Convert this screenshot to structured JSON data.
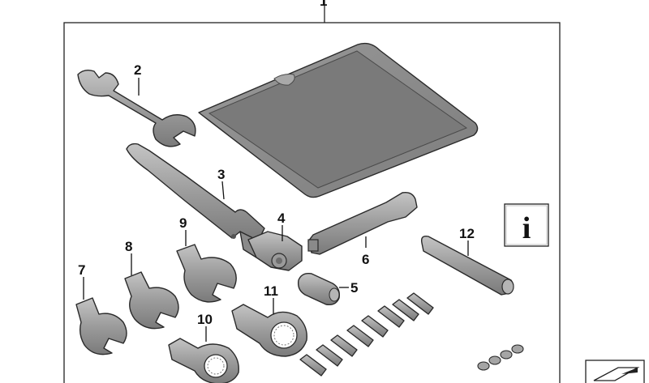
{
  "colors": {
    "frame": "#222222",
    "tool_fill": "#9a9a9a",
    "tool_light": "#bdbdbd",
    "tool_dark": "#6f6f6f",
    "mat_fill": "#8c8c8c",
    "mat_inner": "#7a7a7a",
    "callout_text": "#111111"
  },
  "assembly": {
    "callout": "1"
  },
  "parts": [
    {
      "callout": "2",
      "description_icon": "open-end-wrench"
    },
    {
      "callout": "3",
      "description_icon": "torque-wrench"
    },
    {
      "callout": "4",
      "description_icon": "ratchet-head"
    },
    {
      "callout": "5",
      "description_icon": "socket-adapter"
    },
    {
      "callout": "6",
      "description_icon": "extension-bar"
    },
    {
      "callout": "7",
      "description_icon": "crowfoot-wrench"
    },
    {
      "callout": "8",
      "description_icon": "crowfoot-wrench"
    },
    {
      "callout": "9",
      "description_icon": "crowfoot-wrench"
    },
    {
      "callout": "10",
      "description_icon": "ring-wrench-insert"
    },
    {
      "callout": "11",
      "description_icon": "ring-wrench-insert"
    },
    {
      "callout": "12",
      "description_icon": "tube-socket"
    }
  ],
  "info_box": {
    "glyph": "i",
    "icon": "info-icon"
  }
}
